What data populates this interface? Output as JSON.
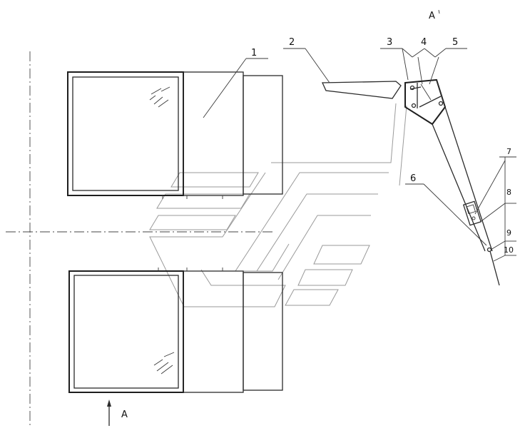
{
  "view_label_top": "A",
  "view_arrow_label": "A",
  "callouts": {
    "c1": "1",
    "c2": "2",
    "c3": "3",
    "c4": "4",
    "c5": "5",
    "c6": "6",
    "c7": "7",
    "c8": "8",
    "c9": "9",
    "c10": "10"
  }
}
